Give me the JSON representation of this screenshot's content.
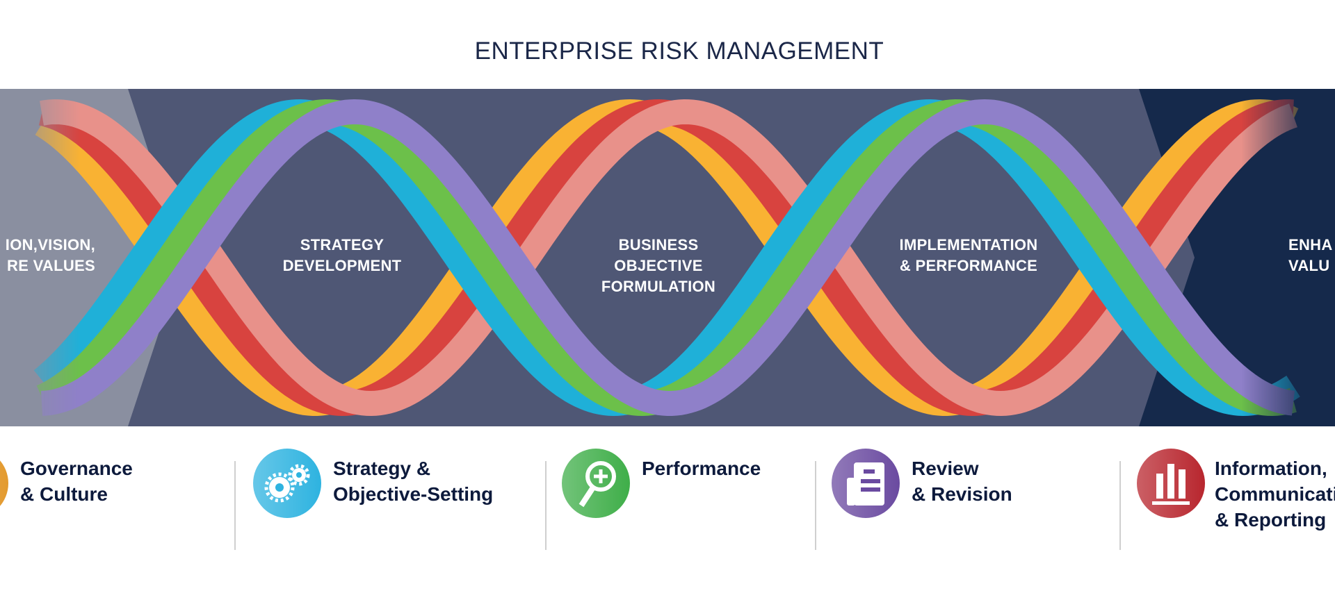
{
  "title": "ENTERPRISE RISK MANAGEMENT",
  "band": {
    "colors": {
      "light": "#8a8fa0",
      "mid": "#4f5775",
      "dark": "#15294b"
    },
    "stages": [
      {
        "lines": [
          "ION,VISION,",
          "RE VALUES"
        ]
      },
      {
        "lines": [
          "STRATEGY",
          "DEVELOPMENT"
        ]
      },
      {
        "lines": [
          "BUSINESS",
          "OBJECTIVE",
          "FORMULATION"
        ]
      },
      {
        "lines": [
          "IMPLEMENTATION",
          "& PERFORMANCE"
        ]
      },
      {
        "lines": [
          "ENHA",
          "VALU"
        ]
      }
    ]
  },
  "helix": {
    "cool_strands": [
      "#1fb0d8",
      "#6cc04a",
      "#8f80c9"
    ],
    "warm_strands": [
      "#f9b233",
      "#d8433f",
      "#e8918a"
    ]
  },
  "components": [
    {
      "icon": "governance-icon",
      "color": "#e39a2e",
      "lines": [
        "Governance",
        "& Culture"
      ]
    },
    {
      "icon": "gears-icon",
      "color": "#2eb3e0",
      "lines": [
        "Strategy &",
        "Objective-Setting"
      ]
    },
    {
      "icon": "magnifier-plus-icon",
      "color": "#3fae49",
      "lines": [
        "Performance"
      ]
    },
    {
      "icon": "document-icon",
      "color": "#6a4aa0",
      "lines": [
        "Review",
        "& Revision"
      ]
    },
    {
      "icon": "bar-chart-icon",
      "color": "#b8262e",
      "lines": [
        "Information,",
        "Communication",
        "& Reporting"
      ]
    }
  ]
}
